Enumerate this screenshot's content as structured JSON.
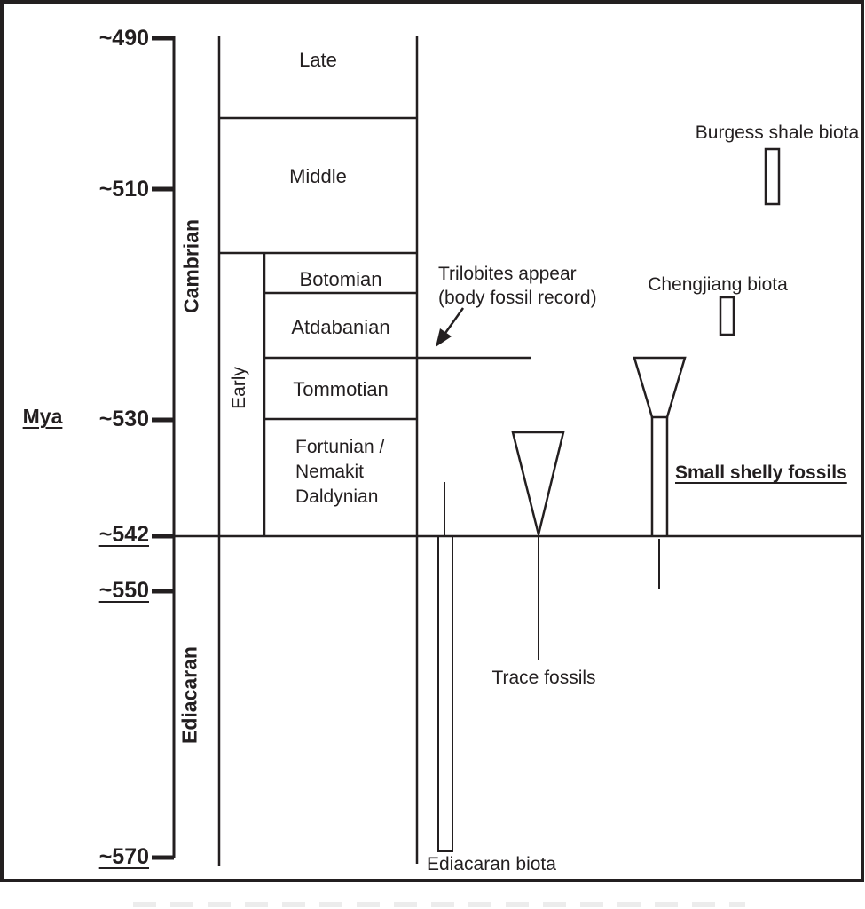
{
  "colors": {
    "ink": "#231f20",
    "background": "#ffffff"
  },
  "axis": {
    "title": "Mya",
    "ticks": [
      {
        "label": "~490",
        "underlined": false
      },
      {
        "label": "~510",
        "underlined": false
      },
      {
        "label": "~530",
        "underlined": false
      },
      {
        "label": "~542",
        "underlined": true
      },
      {
        "label": "~550",
        "underlined": true
      },
      {
        "label": "~570",
        "underlined": true
      }
    ]
  },
  "periods": {
    "cambrian": "Cambrian",
    "ediacaran": "Ediacaran",
    "early": "Early"
  },
  "stages": {
    "late": "Late",
    "middle": "Middle",
    "botomian": "Botomian",
    "atdabanian": "Atdabanian",
    "tommotian": "Tommotian",
    "fortunian": "Fortunian /\nNemakit\nDaldynian"
  },
  "annotations": {
    "trilobites": "Trilobites appear\n(body fossil record)",
    "burgess": "Burgess shale biota",
    "chengjiang": "Chengjiang biota",
    "small_shelly": "Small shelly fossils",
    "trace_fossils": "Trace fossils",
    "ediacaran_biota": "Ediacaran biota"
  }
}
